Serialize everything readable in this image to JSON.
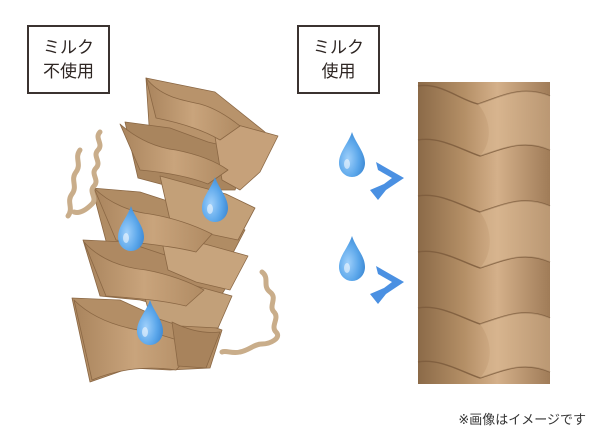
{
  "labels": {
    "without_milk": [
      "ミルク",
      "不使用"
    ],
    "with_milk": [
      "ミルク",
      "使用"
    ]
  },
  "note": "※画像はイメージです",
  "colors": {
    "cuticle_light": "#c9a47c",
    "cuticle_mid": "#b48f66",
    "cuticle_dark": "#9a7652",
    "shaft_light": "#d4b08a",
    "shaft_dark": "#8b6a48",
    "water": "#4f9be0",
    "arrow": "#4a90e2",
    "strand": "#c9ad8a",
    "border": "#3b3330"
  },
  "icons": [
    "water-drop-icon",
    "arrow-icon",
    "frizz-strand-icon"
  ]
}
